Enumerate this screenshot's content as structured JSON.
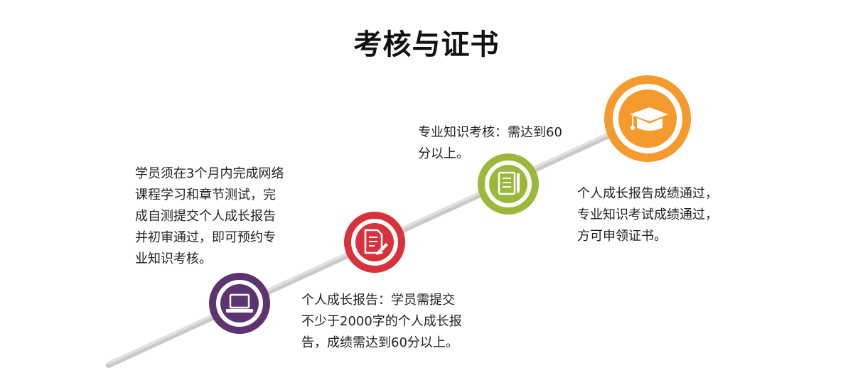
{
  "title": "考核与证书",
  "colors": {
    "step1": "#5c3470",
    "step2": "#d8323c",
    "step3": "#9bb83a",
    "step4": "#f59a2c",
    "line": "#d6d6d6"
  },
  "steps": [
    {
      "icon": "laptop-icon",
      "text": "学员须在3个月内完成网络\n课程学习和章节测试，完\n成自测提交个人成长报告\n并初审通过，即可预约专\n业知识考核。"
    },
    {
      "icon": "document-pen-icon",
      "text": "个人成长报告：学员需提交\n不少于2000字的个人成长报\n告，成绩需达到60分以上。"
    },
    {
      "icon": "notepad-icon",
      "text": "专业知识考核：需达到60\n分以上。"
    },
    {
      "icon": "graduation-cap-icon",
      "text": "个人成长报告成绩通过，\n专业知识考试成绩通过，\n方可申领证书。"
    }
  ]
}
